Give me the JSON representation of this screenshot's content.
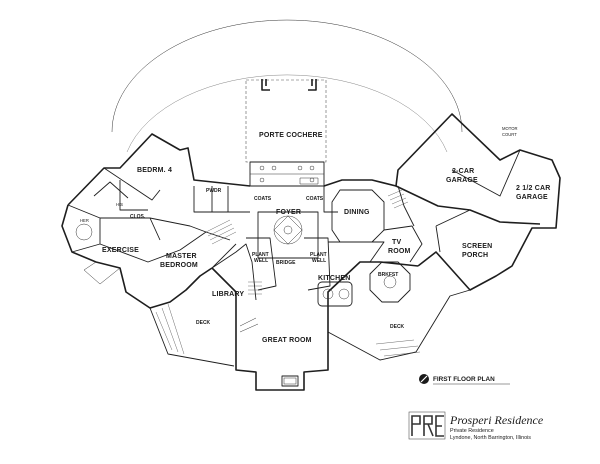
{
  "title_block": {
    "project": "Prosperi Residence",
    "subtitle": "Private Residence",
    "location": "Lyndone, North Barrington, Illinois"
  },
  "plan_title": "FIRST FLOOR PLAN",
  "rooms": {
    "porte_cochere": "PORTE COCHERE",
    "motor_court_1": "MOTOR",
    "motor_court_2": "COURT",
    "garage2_1": "2-CAR",
    "garage2_2": "GARAGE",
    "garage25_1": "2 1/2 CAR",
    "garage25_2": "GARAGE",
    "screen_1": "SCREEN",
    "screen_2": "PORCH",
    "bedrm4": "BEDRM. 4",
    "pwdr": "PWDR",
    "coats_left": "COATS",
    "coats_right": "COATS",
    "foyer": "FOYER",
    "dining": "DINING",
    "tv_1": "TV",
    "tv_2": "ROOM",
    "her": "HER",
    "his": "HIS",
    "clos": "CLOS.",
    "exercise": "EXERCISE",
    "master_1": "MASTER",
    "master_2": "BEDROOM",
    "plant_well_l1": "PLANT",
    "plant_well_l2": "WELL",
    "plant_well_r1": "PLANT",
    "plant_well_r2": "WELL",
    "bridge": "BRIDGE",
    "kitchen": "KITCHEN",
    "brkfst": "BRKFST",
    "library": "LIBRARY",
    "deck_left": "DECK",
    "deck_right": "DECK",
    "great_room": "GREAT ROOM"
  },
  "north_icon": "north-arrow-icon",
  "logo_letters": "PRE"
}
